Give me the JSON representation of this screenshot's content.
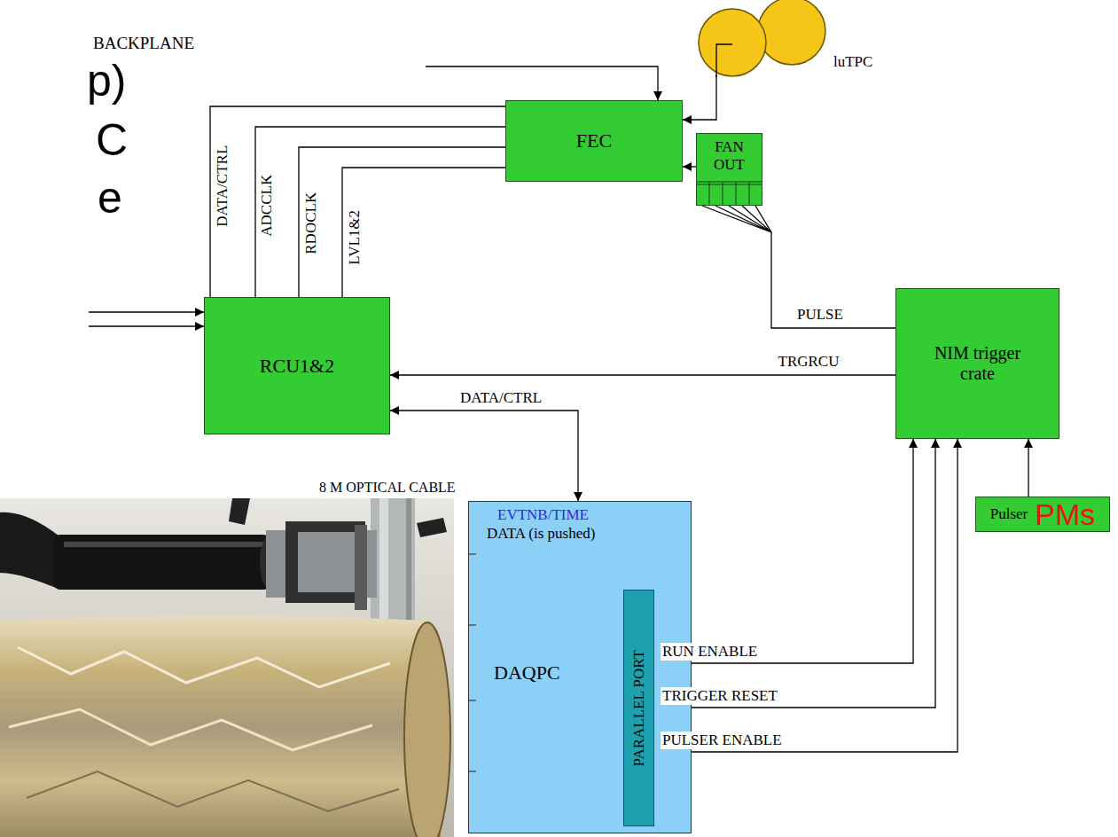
{
  "diagram": {
    "nodes": [
      {
        "text": [
          "luTPC"
        ]
      },
      {
        "text": [
          "FEC"
        ]
      },
      {
        "text": [
          "FAN OUT"
        ]
      },
      {
        "text": [
          "RCU1&2"
        ]
      },
      {
        "text": [
          "NIM trigger crate"
        ]
      },
      {
        "text": [
          "Pulser",
          "PMs"
        ]
      },
      {
        "text": [
          "EVTNB/TIME",
          "DATA (is pushed)",
          "DAQPC"
        ]
      },
      {
        "text": [
          "PARALLEL PORT"
        ],
        "in": 6
      }
    ],
    "edges": [
      {
        "from": 0,
        "to": 1,
        "arrow": "to"
      },
      {
        "from": 2,
        "to": 1,
        "arrow": "to"
      },
      {
        "from": 3,
        "to": 1,
        "label": "DATA/CTRL",
        "arrow": "none"
      },
      {
        "from": 3,
        "to": 1,
        "label": "ADCCLK",
        "arrow": "none"
      },
      {
        "from": 3,
        "to": 1,
        "label": "RDOCLK",
        "arrow": "none"
      },
      {
        "from": 3,
        "to": 1,
        "label": "LVL1&2",
        "arrow": "none"
      },
      {
        "from": 4,
        "to": 3,
        "label": "TRGRCU",
        "arrow": "to"
      },
      {
        "from": 4,
        "to": 2,
        "label": "PULSE",
        "arrow": "none"
      },
      {
        "from": 3,
        "to": 6,
        "label": "DATA/CTRL",
        "arrow": "both"
      },
      {
        "from": 7,
        "to": 4,
        "label": "RUN ENABLE",
        "arrow": "to"
      },
      {
        "from": 7,
        "to": 4,
        "label": "TRIGGER RESET",
        "arrow": "to"
      },
      {
        "from": 7,
        "to": 4,
        "label": "PULSER ENABLE",
        "arrow": "to"
      },
      {
        "from": 5,
        "to": 4,
        "arrow": "to"
      }
    ],
    "labels": [
      "BACKPLANE",
      "p)",
      "C",
      "e",
      "8 M OPTICAL CABLE"
    ]
  }
}
